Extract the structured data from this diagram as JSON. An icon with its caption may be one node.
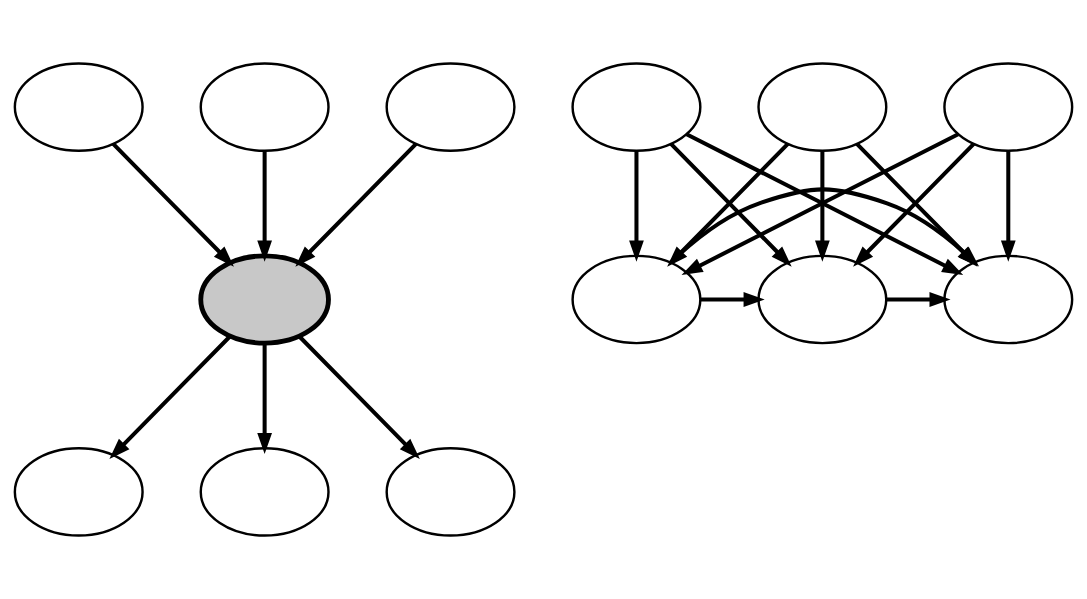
{
  "diagram": {
    "nodes": [
      {
        "text": [],
        "shape": "ellipse"
      },
      {
        "text": [],
        "shape": "ellipse"
      },
      {
        "text": [],
        "shape": "ellipse"
      },
      {
        "text": [],
        "shape": "ellipse"
      },
      {
        "text": [],
        "shape": "ellipse"
      },
      {
        "text": [],
        "shape": "ellipse"
      },
      {
        "text": [],
        "shape": "ellipse"
      },
      {
        "text": [],
        "shape": "ellipse"
      },
      {
        "text": [],
        "shape": "ellipse"
      },
      {
        "text": [],
        "shape": "ellipse"
      },
      {
        "text": [],
        "shape": "ellipse"
      },
      {
        "text": [],
        "shape": "ellipse"
      },
      {
        "text": [],
        "shape": "ellipse"
      }
    ],
    "edges": [
      {
        "from": 0,
        "to": 3,
        "arrow": "to"
      },
      {
        "from": 1,
        "to": 3,
        "arrow": "to"
      },
      {
        "from": 2,
        "to": 3,
        "arrow": "to"
      },
      {
        "from": 3,
        "to": 4,
        "arrow": "to"
      },
      {
        "from": 3,
        "to": 5,
        "arrow": "to"
      },
      {
        "from": 3,
        "to": 6,
        "arrow": "to"
      },
      {
        "from": 7,
        "to": 10,
        "arrow": "to"
      },
      {
        "from": 7,
        "to": 11,
        "arrow": "to"
      },
      {
        "from": 7,
        "to": 12,
        "arrow": "to"
      },
      {
        "from": 8,
        "to": 10,
        "arrow": "to"
      },
      {
        "from": 8,
        "to": 11,
        "arrow": "to"
      },
      {
        "from": 8,
        "to": 12,
        "arrow": "to"
      },
      {
        "from": 9,
        "to": 10,
        "arrow": "to"
      },
      {
        "from": 9,
        "to": 11,
        "arrow": "to"
      },
      {
        "from": 9,
        "to": 12,
        "arrow": "to"
      },
      {
        "from": 10,
        "to": 11,
        "arrow": "to"
      },
      {
        "from": 11,
        "to": 12,
        "arrow": "to"
      },
      {
        "from": 10,
        "to": 12,
        "arrow": "to"
      }
    ]
  }
}
